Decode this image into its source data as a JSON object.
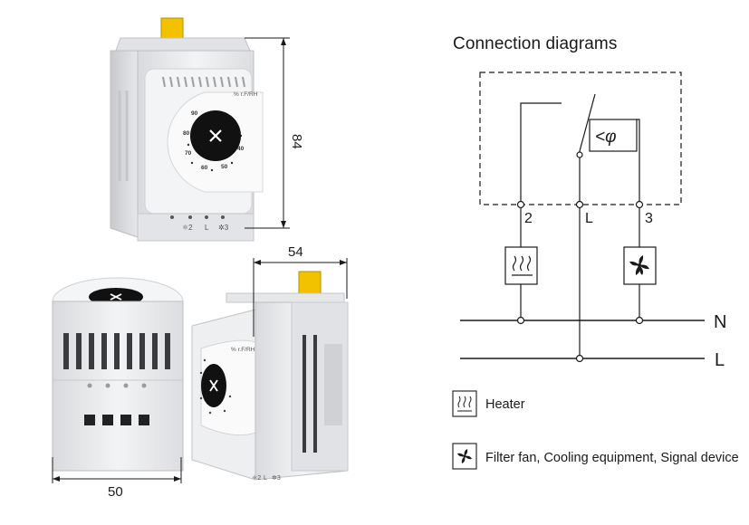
{
  "diagram": {
    "title": "Connection diagrams",
    "terminals": {
      "t2": "2",
      "tL": "L",
      "t3": "3"
    },
    "lines": {
      "neutral": "N",
      "live": "L"
    },
    "relay_symbol": "<φ",
    "legend": {
      "heater": "Heater",
      "fan": "Filter fan, Cooling equipment, Signal device"
    }
  },
  "product": {
    "dimensions": {
      "height": "84",
      "depth": "54",
      "width": "50"
    },
    "dial": {
      "unit_label": "% r.F/RH",
      "scale": [
        "90",
        "80",
        "70",
        "60",
        "50",
        "40"
      ]
    },
    "terminal_labels": {
      "heater": "⚛2",
      "live": "L",
      "fan": "✲3"
    }
  },
  "colors": {
    "line": "#1a1a1a",
    "housing": "#e9eaec",
    "clip": "#f2c200",
    "knob": "#111111"
  }
}
